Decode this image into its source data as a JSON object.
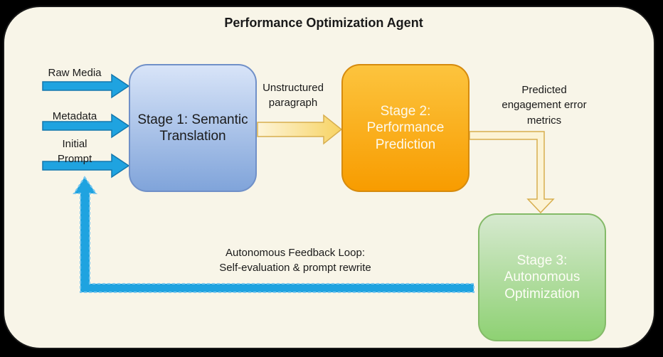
{
  "diagram": {
    "title": "Performance Optimization Agent",
    "inputs": [
      {
        "label": "Raw Media"
      },
      {
        "label": "Metadata"
      },
      {
        "label": "Initial\nPrompt"
      }
    ],
    "stages": [
      {
        "label": "Stage 1: Semantic\nTranslation"
      },
      {
        "label": "Stage 2: Performance\nPrediction"
      },
      {
        "label": "Stage 3: Autonomous\nOptimization"
      }
    ],
    "connector_labels": {
      "stage1_to_stage2": "Unstructured\nparagraph",
      "stage2_to_stage3": "Predicted\nengagement error\nmetrics",
      "feedback_loop": "Autonomous Feedback Loop:\nSelf-evaluation & prompt rewrite"
    }
  },
  "colors": {
    "page_bg": "#000000",
    "card_bg": "#f8f5e8",
    "label_text": "#1a1a1a",
    "input_arrow_fill": "#1fa3e0",
    "input_arrow_stroke": "#1377ad",
    "stage1_top": "#d8e4f8",
    "stage1_bottom": "#80a4da",
    "stage1_border": "#7090c8",
    "stage1_text": "#1b1b1b",
    "stage2_top": "#fcc43e",
    "stage2_bottom": "#f89c00",
    "stage2_border": "#d68b0e",
    "stage2_text": "#fdf9ec",
    "stage3_top": "#d6e9cf",
    "stage3_bottom": "#8ed173",
    "stage3_border": "#84ba68",
    "stage3_text": "#fdfdf6",
    "flow_arrow_start": "#fdf4d8",
    "flow_arrow_end": "#f7d363",
    "flow_arrow_stroke": "#d7ae4e",
    "elbow_fill": "#fcf3d4",
    "feedback_fill": "#1fa3e0",
    "feedback_dash": "#7ec8ee"
  }
}
